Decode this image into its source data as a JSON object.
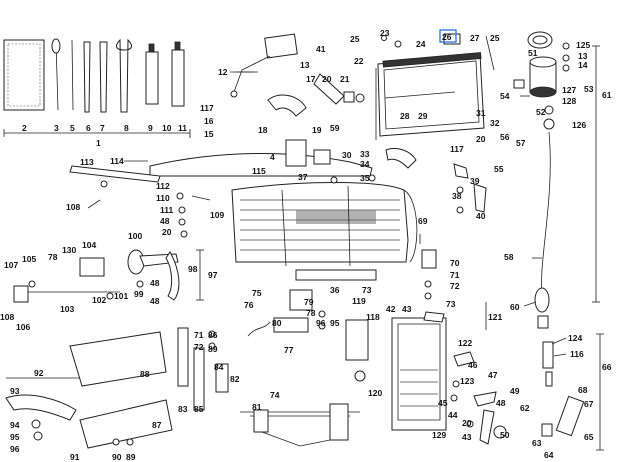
{
  "labels": {
    "p1": "1",
    "p2": "2",
    "p3": "3",
    "p4": "4",
    "p5": "5",
    "p6": "6",
    "p7": "7",
    "p8": "8",
    "p9": "9",
    "p10": "10",
    "p11": "11",
    "p12": "12",
    "p13": "13",
    "p14": "14",
    "p15": "15",
    "p16": "16",
    "p17": "17",
    "p18": "18",
    "p19": "19",
    "p20": "20",
    "p21": "21",
    "p22": "22",
    "p23": "23",
    "p24": "24",
    "p25": "25",
    "p26": "26",
    "p27": "27",
    "p28": "28",
    "p29": "29",
    "p30": "30",
    "p31": "31",
    "p32": "32",
    "p33": "33",
    "p34": "34",
    "p35": "35",
    "p36": "36",
    "p37": "37",
    "p38": "38",
    "p39": "39",
    "p40": "40",
    "p41": "41",
    "p42": "42",
    "p43": "43",
    "p44": "44",
    "p45": "45",
    "p46": "46",
    "p47": "47",
    "p48": "48",
    "p49": "49",
    "p50": "50",
    "p51": "51",
    "p52": "52",
    "p53": "53",
    "p54": "54",
    "p55": "55",
    "p56": "56",
    "p57": "57",
    "p58": "58",
    "p59": "59",
    "p60": "60",
    "p61": "61",
    "p62": "62",
    "p63": "63",
    "p64": "64",
    "p65": "65",
    "p66": "66",
    "p67": "67",
    "p68": "68",
    "p69": "69",
    "p70": "70",
    "p71": "71",
    "p72": "72",
    "p73": "73",
    "p74": "74",
    "p75": "75",
    "p76": "76",
    "p77": "77",
    "p78": "78",
    "p79": "79",
    "p80": "80",
    "p81": "81",
    "p82": "82",
    "p83": "83",
    "p84": "84",
    "p85": "85",
    "p86": "86",
    "p87": "87",
    "p88": "88",
    "p89": "89",
    "p90": "90",
    "p91": "91",
    "p92": "92",
    "p93": "93",
    "p94": "94",
    "p95": "95",
    "p96": "96",
    "p97": "97",
    "p98": "98",
    "p99": "99",
    "p100": "100",
    "p101": "101",
    "p102": "102",
    "p103": "103",
    "p104": "104",
    "p105": "105",
    "p106": "106",
    "p107": "107",
    "p108": "108",
    "p109": "109",
    "p110": "110",
    "p111": "111",
    "p112": "112",
    "p113": "113",
    "p114": "114",
    "p115": "115",
    "p116": "116",
    "p117": "117",
    "p118": "118",
    "p119": "119",
    "p120": "120",
    "p121": "121",
    "p122": "122",
    "p123": "123",
    "p124": "124",
    "p125": "125",
    "p126": "126",
    "p127": "127",
    "p128": "128",
    "p129": "129",
    "p130": "130"
  },
  "highlight": {
    "label": "26",
    "color": "#3a7bd5"
  }
}
